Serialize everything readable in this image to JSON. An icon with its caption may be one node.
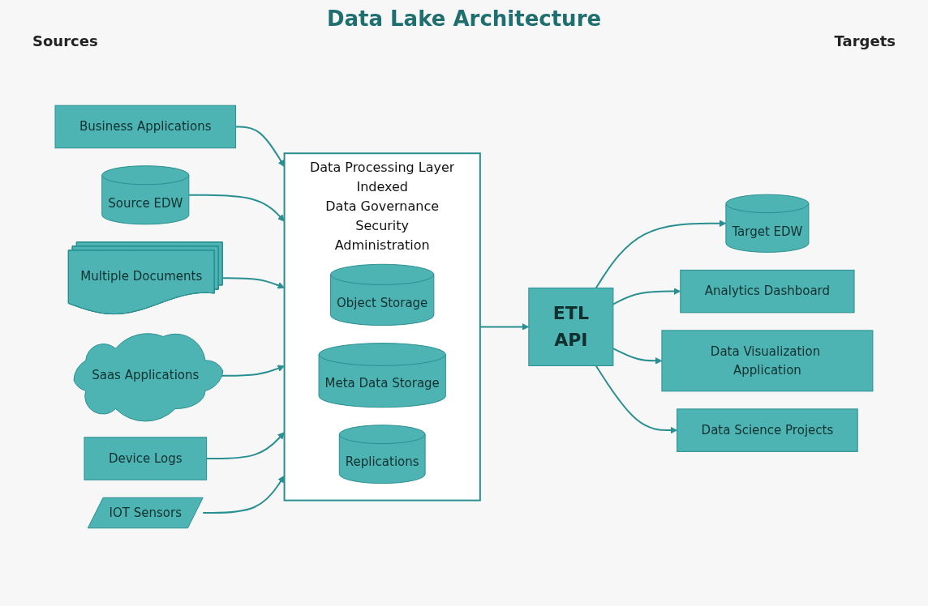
{
  "diagram": {
    "title": "Data Lake Architecture",
    "nodes": [
      {
        "text": [
          "Business Applications"
        ]
      },
      {
        "text": [
          "Source EDW"
        ]
      },
      {
        "text": [
          "Multiple Documents"
        ]
      },
      {
        "text": [
          "Saas Applications"
        ]
      },
      {
        "text": [
          "Device Logs"
        ]
      },
      {
        "text": [
          "IOT Sensors"
        ]
      },
      {
        "text": [
          "Data Processing Layer",
          "Indexed",
          "Data Governance",
          "Security",
          "Administration"
        ]
      },
      {
        "text": [
          "Object Storage"
        ],
        "in": 6
      },
      {
        "text": [
          "Meta Data Storage"
        ],
        "in": 6
      },
      {
        "text": [
          "Replications"
        ],
        "in": 6
      },
      {
        "text": [
          "ETL",
          "API"
        ]
      },
      {
        "text": [
          "Target EDW"
        ]
      },
      {
        "text": [
          "Analytics Dashboard"
        ]
      },
      {
        "text": [
          "Data Visualization Application"
        ]
      },
      {
        "text": [
          "Data Science Projects"
        ]
      }
    ],
    "edges": [
      {
        "from": 0,
        "to": 6,
        "arrow": "to"
      },
      {
        "from": 1,
        "to": 6,
        "arrow": "to"
      },
      {
        "from": 2,
        "to": 6,
        "arrow": "to"
      },
      {
        "from": 3,
        "to": 6,
        "arrow": "to"
      },
      {
        "from": 4,
        "to": 6,
        "arrow": "to"
      },
      {
        "from": 5,
        "to": 6,
        "arrow": "to"
      },
      {
        "from": 6,
        "to": 10,
        "arrow": "to"
      },
      {
        "from": 10,
        "to": 11,
        "arrow": "to"
      },
      {
        "from": 10,
        "to": 12,
        "arrow": "to"
      },
      {
        "from": 10,
        "to": 13,
        "arrow": "to"
      },
      {
        "from": 10,
        "to": 14,
        "arrow": "to"
      }
    ],
    "labels": [
      "Sources",
      "Targets"
    ]
  }
}
